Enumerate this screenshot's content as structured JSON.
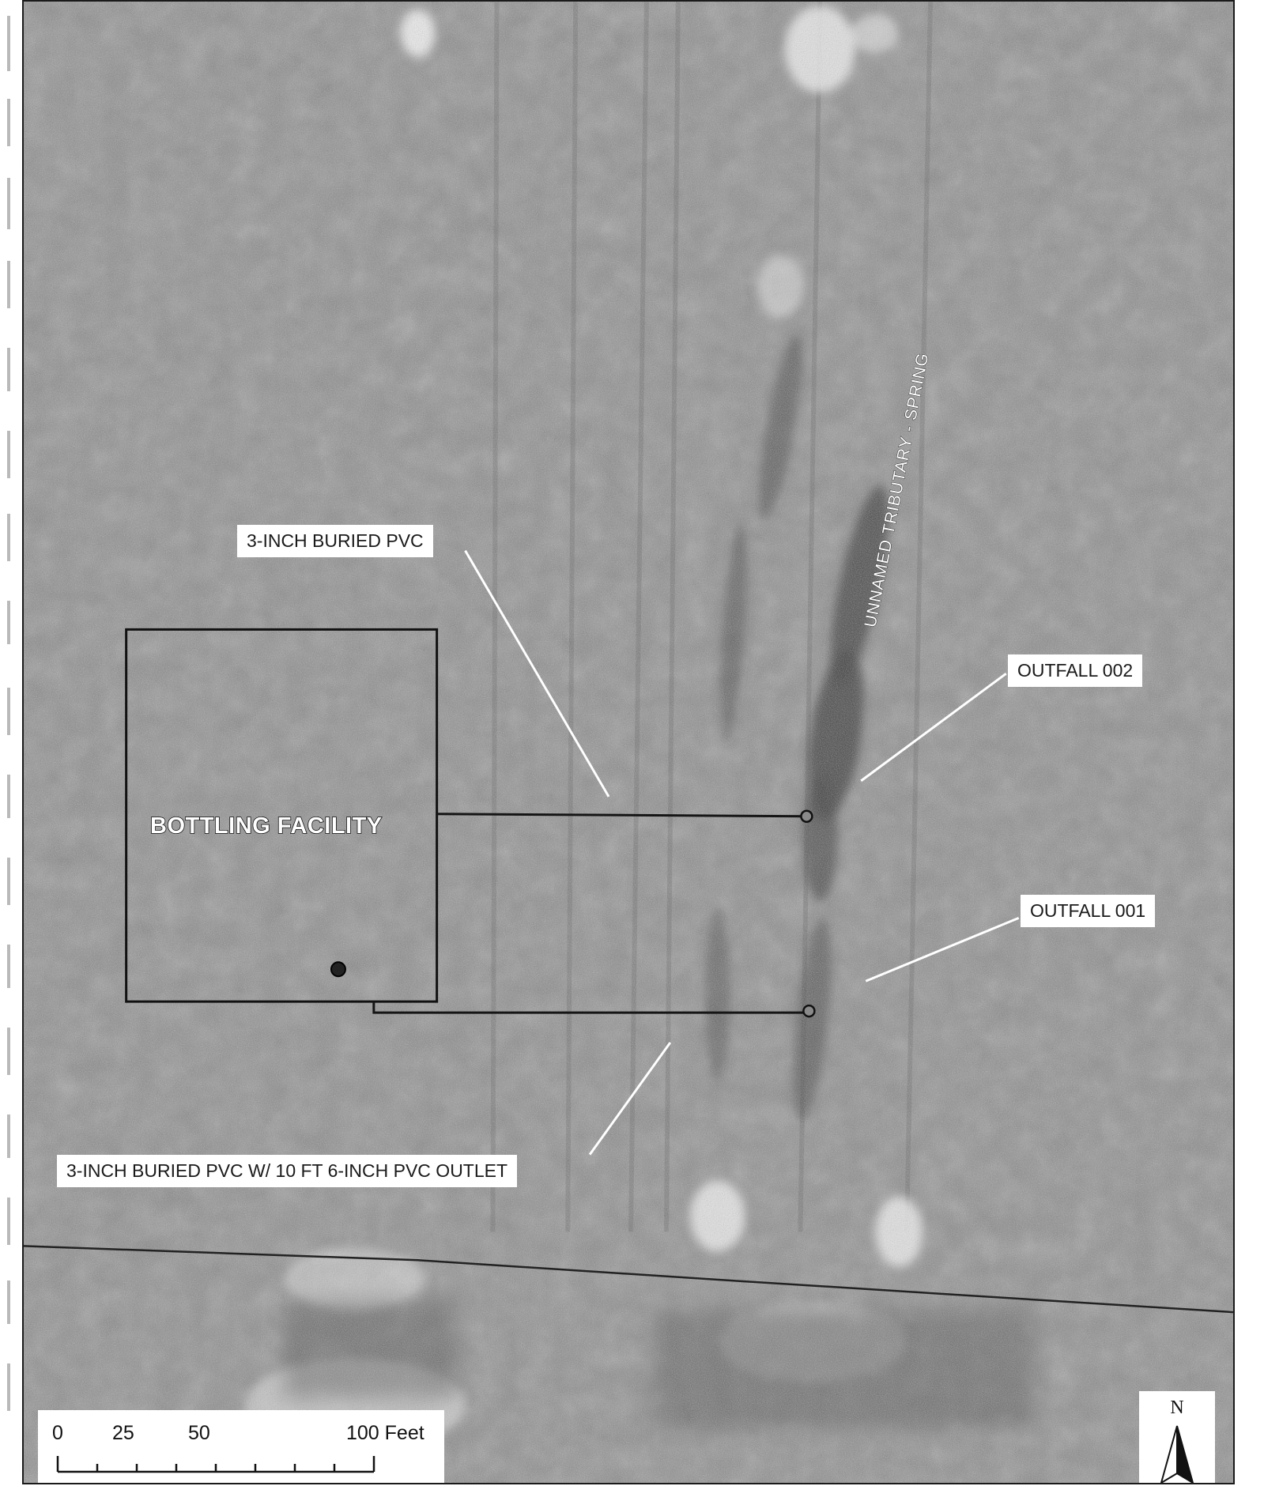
{
  "callouts": {
    "pvc_3in": "3-INCH BURIED PVC",
    "outfall_002": "OUTFALL 002",
    "outfall_001": "OUTFALL 001",
    "pvc_outlet": "3-INCH BURIED PVC W/ 10 FT 6-INCH PVC OUTLET"
  },
  "labels": {
    "facility": "BOTTLING FACILITY",
    "stream": "UNNAMED TRIBUTARY - SPRING"
  },
  "scale_bar": {
    "ticks": [
      "0",
      "25",
      "50",
      "100 Feet"
    ]
  },
  "north_arrow": {
    "letter": "N"
  },
  "colors": {
    "imagery_base": "#8a8a8a",
    "line": "#1a1a1a",
    "callout_background": "#ffffff"
  }
}
